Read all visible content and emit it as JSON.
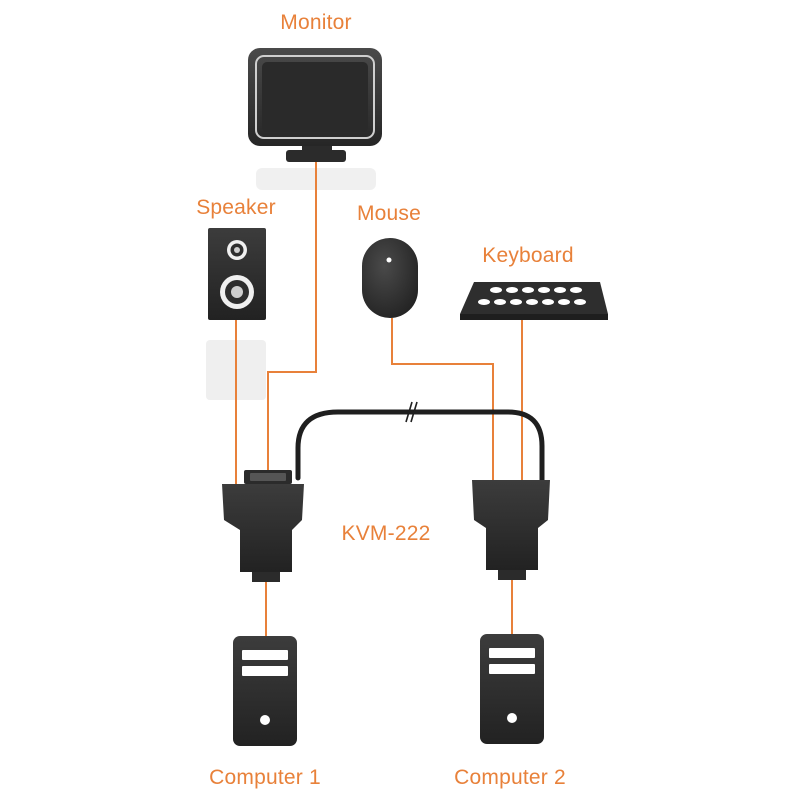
{
  "labels": {
    "monitor": "Monitor",
    "speaker": "Speaker",
    "mouse": "Mouse",
    "keyboard": "Keyboard",
    "kvm": "KVM-222",
    "computer1": "Computer 1",
    "computer2": "Computer 2"
  },
  "icons": {
    "monitor": "monitor-icon",
    "speaker": "speaker-icon",
    "mouse": "mouse-icon",
    "keyboard": "keyboard-icon",
    "computer1": "computer-tower-icon",
    "computer2": "computer-tower-icon",
    "kvm_left": "kvm-connector-icon",
    "kvm_right": "kvm-connector-icon"
  },
  "colors": {
    "cable": "#e8813a",
    "device": "#2e2e2e",
    "label": "#e8813a",
    "link_cable": "#1f1f1f"
  }
}
